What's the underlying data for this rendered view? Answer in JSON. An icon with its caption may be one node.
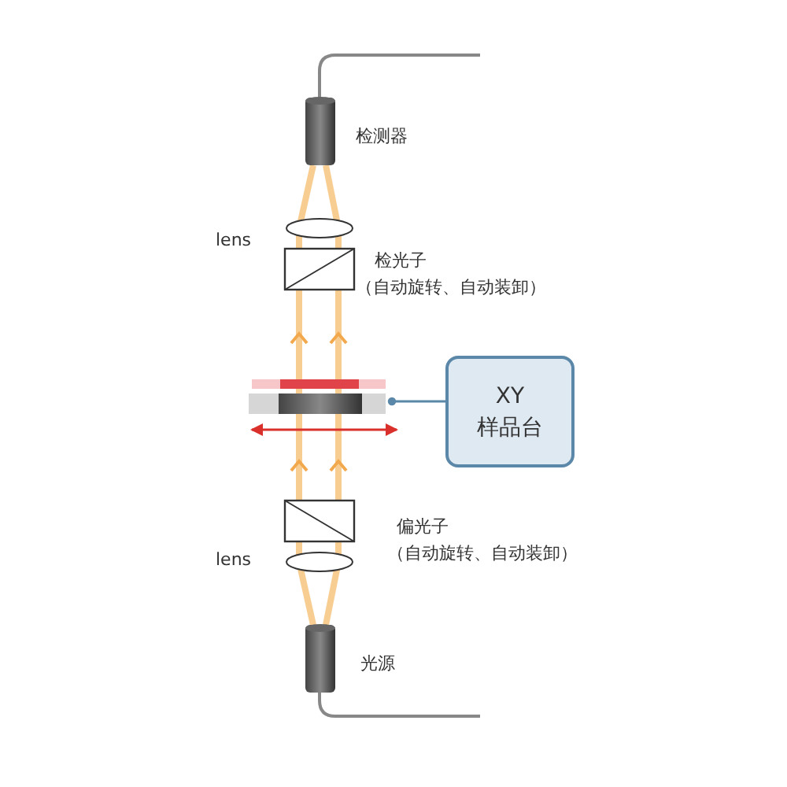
{
  "diagram": {
    "nodes": [
      {
        "text": [
          "XY",
          "样品台"
        ]
      },
      {
        "text": [],
        "shape": "picture"
      }
    ],
    "edges": [
      {
        "from": 1,
        "to": 0,
        "arrow": "other"
      }
    ],
    "labels": [
      "检测器",
      "lens",
      "检光子",
      "（自动旋转、自动装卸）",
      "偏光子",
      "lens",
      "（自动旋转、自动装卸）",
      "光源"
    ]
  }
}
